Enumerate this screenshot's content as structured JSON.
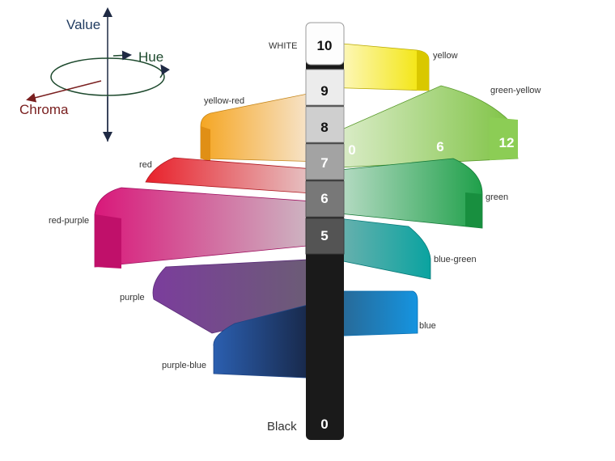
{
  "legend": {
    "value_label": "Value",
    "hue_label": "Hue",
    "chroma_label": "Chroma"
  },
  "value_axis": {
    "top_label": "WHITE",
    "bottom_label": "Black",
    "steps": [
      "10",
      "9",
      "8",
      "7",
      "6",
      "5",
      "0"
    ]
  },
  "chroma_marks": [
    "0",
    "6",
    "12"
  ],
  "hues": {
    "yellow": "yellow",
    "green_yellow": "green-yellow",
    "yellow_red": "yellow-red",
    "red": "red",
    "green": "green",
    "red_purple": "red-purple",
    "blue_green": "blue-green",
    "purple": "purple",
    "blue": "blue",
    "purple_blue": "purple-blue"
  },
  "colors": {
    "value_color": "#1f3a5f",
    "hue_color": "#1e4a2e",
    "chroma_color": "#7a2020",
    "yellow": "#f2e400",
    "green_yellow": "#7dc242",
    "yellow_red": "#f5a623",
    "red": "#e8202a",
    "green": "#1fa04a",
    "red_purple": "#d9187a",
    "blue_green": "#0aa3a0",
    "purple": "#7b3d9c",
    "blue": "#1594e0",
    "purple_blue": "#2b5fb0"
  }
}
